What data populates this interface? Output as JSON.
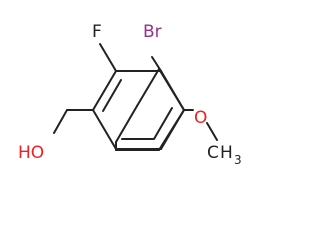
{
  "molecule": {
    "atoms": {
      "bromine": "Br",
      "fluorine": "F",
      "hydroxyl": "HO",
      "ether_oxygen": "O",
      "methyl_carbon": "C",
      "methyl_hydrogen": "H",
      "methyl_hydrogen_count": "3"
    },
    "colors": {
      "bromine": "#9a2f8f",
      "fluorine": "#222222",
      "oxygen": "#ee2222",
      "carbon": "#222222",
      "bond": "#222222"
    }
  }
}
